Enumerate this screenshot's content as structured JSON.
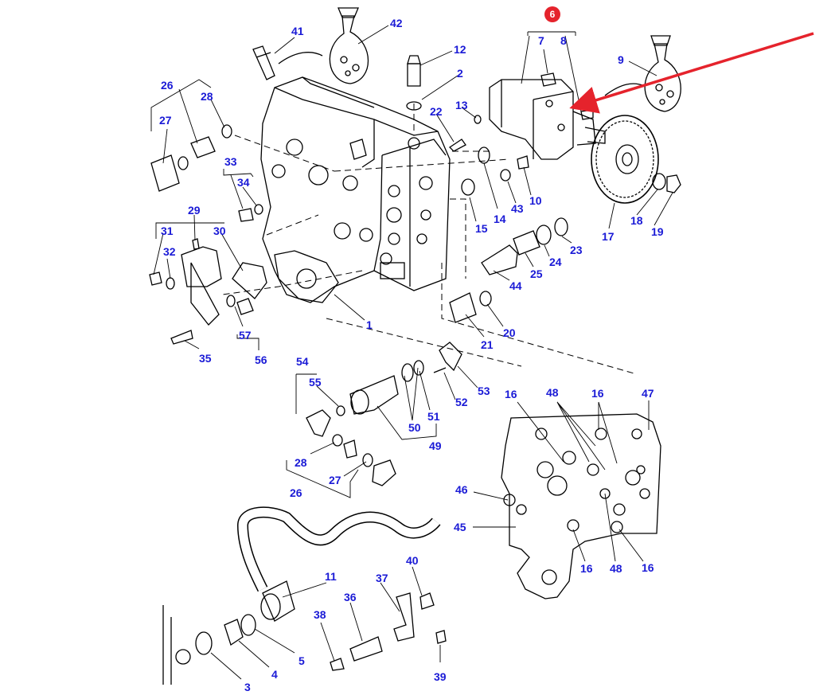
{
  "diagram": {
    "highlight_badge": "6",
    "highlight_color": "#e5232c",
    "label_color": "#1a1ad6",
    "labels": [
      "41",
      "42",
      "12",
      "2",
      "22",
      "13",
      "7",
      "8",
      "9",
      "26",
      "28",
      "27",
      "33",
      "34",
      "29",
      "31",
      "32",
      "30",
      "35",
      "57",
      "56",
      "1",
      "15",
      "14",
      "43",
      "10",
      "44",
      "25",
      "24",
      "23",
      "17",
      "18",
      "19",
      "21",
      "20",
      "53",
      "52",
      "54",
      "55",
      "51",
      "50",
      "49",
      "28",
      "26",
      "27",
      "16",
      "48",
      "16",
      "47",
      "46",
      "45",
      "16",
      "48",
      "16",
      "11",
      "40",
      "37",
      "36",
      "38",
      "39",
      "3",
      "4",
      "5"
    ]
  }
}
